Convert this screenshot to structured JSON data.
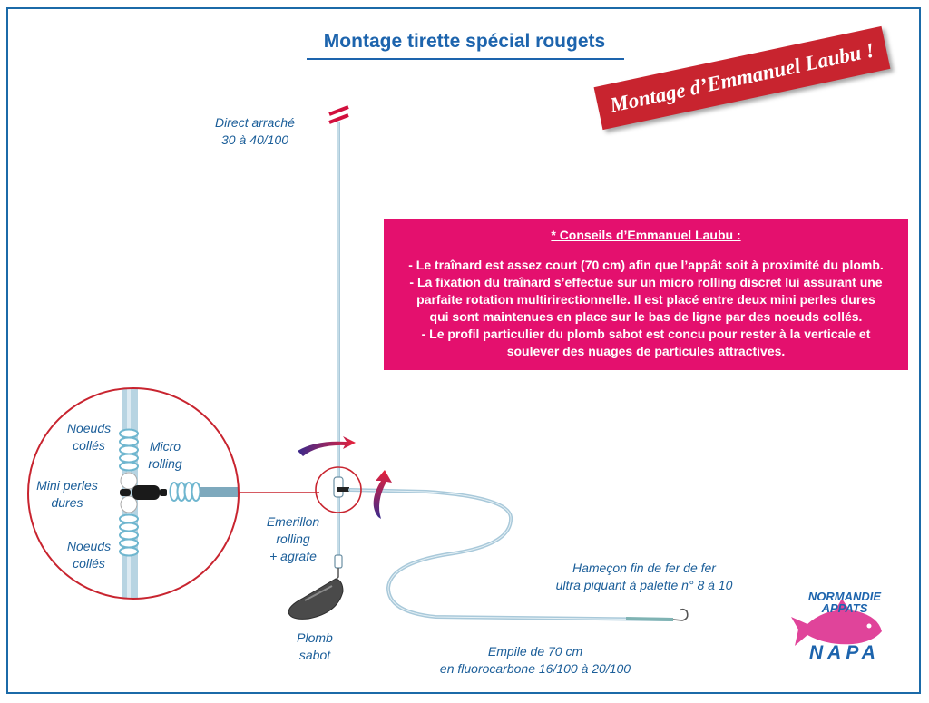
{
  "title": "Montage tirette spécial rougets",
  "banner": "Montage d’Emmanuel Laubu !",
  "advice": {
    "title": "* Conseils d’Emmanuel Laubu :",
    "lines": [
      "- Le traînard est assez court (70 cm) afin que l’appât soit à proximité du plomb.",
      "- La fixation du traînard s’effectue sur un micro rolling discret lui assurant  une",
      "parfaite rotation multirirectionnelle. Il est placé entre deux mini perles dures",
      "qui sont maintenues en place sur le bas de ligne par des noeuds collés.",
      "- Le profil particulier du plomb sabot est concu pour rester à la verticale et",
      "soulever des nuages de particules attractives."
    ]
  },
  "labels": {
    "direct": [
      "Direct arraché",
      "30 à 40/100"
    ],
    "noeuds_top": [
      "Noeuds",
      "collés"
    ],
    "micro": [
      "Micro",
      "rolling"
    ],
    "perles": [
      "Mini perles",
      "dures"
    ],
    "noeuds_bottom": [
      "Noeuds",
      "collés"
    ],
    "emerillon": [
      "Emerillon",
      "rolling",
      "+ agrafe"
    ],
    "plomb": [
      "Plomb",
      "sabot"
    ],
    "hamecon": [
      "Hameçon fin de fer de fer",
      "ultra piquant à palette n° 8 à 10"
    ],
    "empile": [
      "Empile de 70 cm",
      "en fluorocarbone 16/100 à 20/100"
    ]
  },
  "logo": {
    "top": [
      "NORMANDIE",
      "APPATS"
    ],
    "bottom": "NAPA"
  },
  "colors": {
    "text_blue": "#1b5e99",
    "frame_blue": "#1b6aa8",
    "line": "#a9c9da",
    "callout_red": "#c8242f",
    "advice_pink": "#e4106e",
    "sinker": "#4a4a4a",
    "logo_fish": "#e0449a"
  }
}
